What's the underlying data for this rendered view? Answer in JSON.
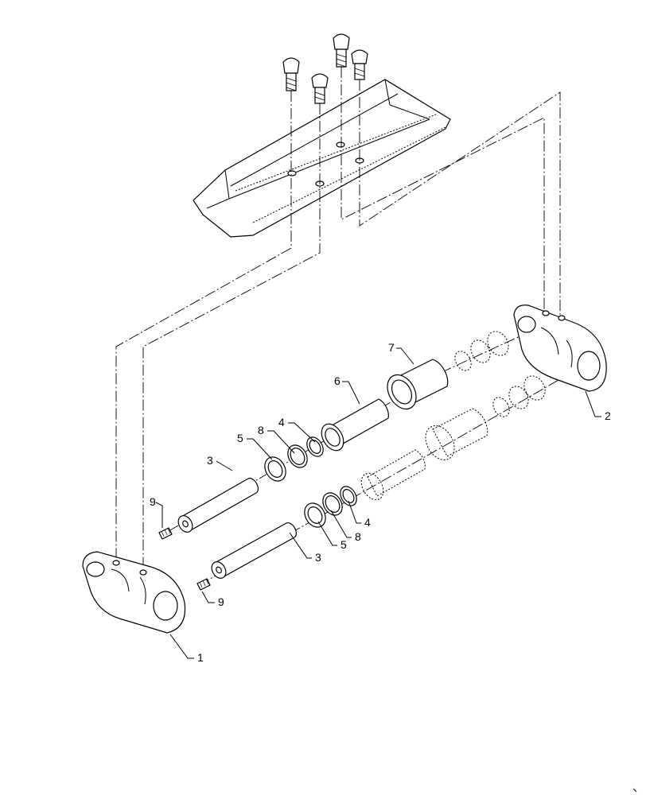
{
  "callouts": {
    "c1": "1",
    "c2": "2",
    "c3a": "3",
    "c3b": "3",
    "c4a": "4",
    "c4b": "4",
    "c5a": "5",
    "c5b": "5",
    "c6": "6",
    "c7": "7",
    "c8a": "8",
    "c8b": "8",
    "c9a": "9",
    "c9b": "9"
  }
}
